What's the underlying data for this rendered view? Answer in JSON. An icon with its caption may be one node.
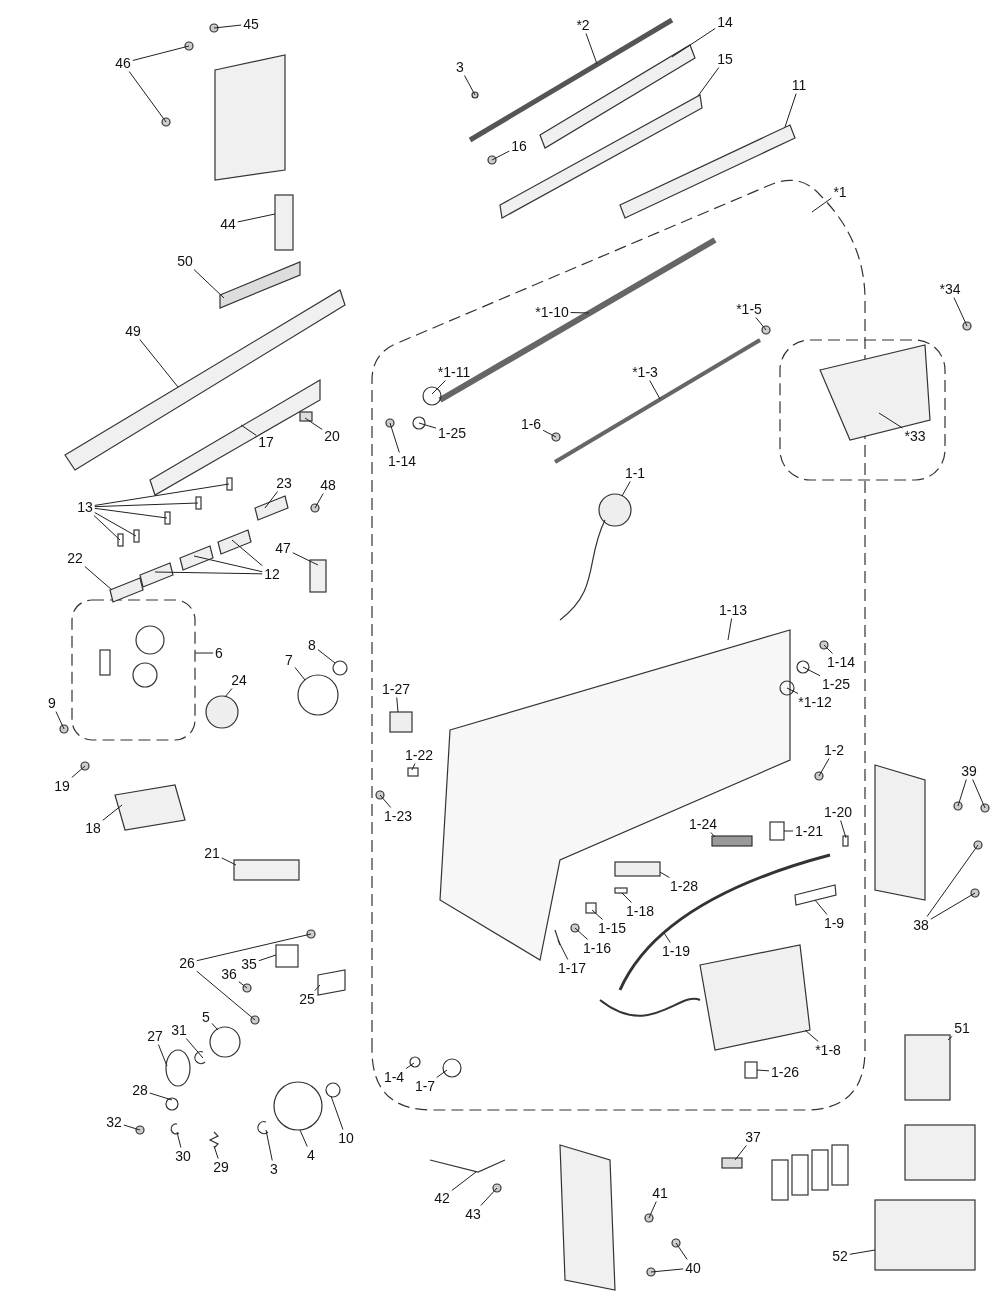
{
  "diagram": {
    "nodes": [
      {
        "text": [
          "45"
        ]
      },
      {
        "text": [
          "46"
        ]
      },
      {
        "text": [
          "*2"
        ]
      },
      {
        "text": [
          "14"
        ]
      },
      {
        "text": [
          "15"
        ]
      },
      {
        "text": [
          "3"
        ]
      },
      {
        "text": [
          "16"
        ]
      },
      {
        "text": [
          "11"
        ]
      },
      {
        "text": [
          "*1"
        ]
      },
      {
        "text": [
          "44"
        ]
      },
      {
        "text": [
          "50"
        ]
      },
      {
        "text": [
          "49"
        ]
      },
      {
        "text": [
          "*1-10"
        ]
      },
      {
        "text": [
          "*1-5"
        ]
      },
      {
        "text": [
          "*34"
        ]
      },
      {
        "text": [
          "*1-11"
        ]
      },
      {
        "text": [
          "*1-3"
        ]
      },
      {
        "text": [
          "1-25"
        ]
      },
      {
        "text": [
          "1-14"
        ]
      },
      {
        "text": [
          "1-6"
        ]
      },
      {
        "text": [
          "17"
        ]
      },
      {
        "text": [
          "20"
        ]
      },
      {
        "text": [
          "*33"
        ]
      },
      {
        "text": [
          "13"
        ]
      },
      {
        "text": [
          "23"
        ]
      },
      {
        "text": [
          "48"
        ]
      },
      {
        "text": [
          "1-1"
        ]
      },
      {
        "text": [
          "22"
        ]
      },
      {
        "text": [
          "12"
        ]
      },
      {
        "text": [
          "47"
        ]
      },
      {
        "text": [
          "1-13"
        ]
      },
      {
        "text": [
          "6"
        ]
      },
      {
        "text": [
          "7"
        ]
      },
      {
        "text": [
          "8"
        ]
      },
      {
        "text": [
          "1-14"
        ]
      },
      {
        "text": [
          "1-25"
        ]
      },
      {
        "text": [
          "*1-12"
        ]
      },
      {
        "text": [
          "24"
        ]
      },
      {
        "text": [
          "1-27"
        ]
      },
      {
        "text": [
          "9"
        ]
      },
      {
        "text": [
          "1-2"
        ]
      },
      {
        "text": [
          "1-22"
        ]
      },
      {
        "text": [
          "19"
        ]
      },
      {
        "text": [
          "39"
        ]
      },
      {
        "text": [
          "1-23"
        ]
      },
      {
        "text": [
          "1-20"
        ]
      },
      {
        "text": [
          "18"
        ]
      },
      {
        "text": [
          "1-24"
        ]
      },
      {
        "text": [
          "1-21"
        ]
      },
      {
        "text": [
          "21"
        ]
      },
      {
        "text": [
          "38"
        ]
      },
      {
        "text": [
          "1-28"
        ]
      },
      {
        "text": [
          "1-18"
        ]
      },
      {
        "text": [
          "1-9"
        ]
      },
      {
        "text": [
          "1-15"
        ]
      },
      {
        "text": [
          "1-16"
        ]
      },
      {
        "text": [
          "1-19"
        ]
      },
      {
        "text": [
          "26"
        ]
      },
      {
        "text": [
          "1-17"
        ]
      },
      {
        "text": [
          "35"
        ]
      },
      {
        "text": [
          "36"
        ]
      },
      {
        "text": [
          "25"
        ]
      },
      {
        "text": [
          "5"
        ]
      },
      {
        "text": [
          "31"
        ]
      },
      {
        "text": [
          "27"
        ]
      },
      {
        "text": [
          "*1-8"
        ]
      },
      {
        "text": [
          "51"
        ]
      },
      {
        "text": [
          "1-26"
        ]
      },
      {
        "text": [
          "1-4"
        ]
      },
      {
        "text": [
          "1-7"
        ]
      },
      {
        "text": [
          "28"
        ]
      },
      {
        "text": [
          "10"
        ]
      },
      {
        "text": [
          "32"
        ]
      },
      {
        "text": [
          "37"
        ]
      },
      {
        "text": [
          "30"
        ]
      },
      {
        "text": [
          "4"
        ]
      },
      {
        "text": [
          "29"
        ]
      },
      {
        "text": [
          "3"
        ]
      },
      {
        "text": [
          "41"
        ]
      },
      {
        "text": [
          "42"
        ]
      },
      {
        "text": [
          "43"
        ]
      },
      {
        "text": [
          "52"
        ]
      },
      {
        "text": [
          "40"
        ]
      }
    ],
    "edges": [
      {
        "from": 0,
        "to": null,
        "arrow": "none"
      },
      {
        "from": 1,
        "to": null,
        "arrow": "none"
      },
      {
        "from": 1,
        "to": null,
        "arrow": "none"
      },
      {
        "from": 2,
        "to": null,
        "arrow": "none"
      },
      {
        "from": 3,
        "to": null,
        "arrow": "none"
      },
      {
        "from": 4,
        "to": null,
        "arrow": "none"
      },
      {
        "from": 5,
        "to": null,
        "arrow": "none"
      },
      {
        "from": 6,
        "to": null,
        "arrow": "none"
      },
      {
        "from": 7,
        "to": null,
        "arrow": "none"
      },
      {
        "from": 8,
        "to": null,
        "arrow": "none"
      },
      {
        "from": 9,
        "to": null,
        "arrow": "none"
      },
      {
        "from": 10,
        "to": null,
        "arrow": "none"
      },
      {
        "from": 11,
        "to": null,
        "arrow": "none"
      },
      {
        "from": 12,
        "to": null,
        "arrow": "none"
      },
      {
        "from": 13,
        "to": null,
        "arrow": "none"
      },
      {
        "from": 14,
        "to": null,
        "arrow": "none"
      },
      {
        "from": 15,
        "to": null,
        "arrow": "none"
      },
      {
        "from": 16,
        "to": null,
        "arrow": "none"
      },
      {
        "from": 17,
        "to": null,
        "arrow": "none"
      },
      {
        "from": 18,
        "to": null,
        "arrow": "none"
      },
      {
        "from": 19,
        "to": null,
        "arrow": "none"
      },
      {
        "from": 20,
        "to": null,
        "arrow": "none"
      },
      {
        "from": 21,
        "to": null,
        "arrow": "none"
      },
      {
        "from": 22,
        "to": null,
        "arrow": "none"
      },
      {
        "from": 23,
        "to": null,
        "arrow": "none"
      },
      {
        "from": 23,
        "to": null,
        "arrow": "none"
      },
      {
        "from": 23,
        "to": null,
        "arrow": "none"
      },
      {
        "from": 23,
        "to": null,
        "arrow": "none"
      },
      {
        "from": 23,
        "to": null,
        "arrow": "none"
      },
      {
        "from": 24,
        "to": null,
        "arrow": "none"
      },
      {
        "from": 25,
        "to": null,
        "arrow": "none"
      },
      {
        "from": 26,
        "to": null,
        "arrow": "none"
      },
      {
        "from": 27,
        "to": null,
        "arrow": "none"
      },
      {
        "from": 28,
        "to": null,
        "arrow": "none"
      },
      {
        "from": 28,
        "to": null,
        "arrow": "none"
      },
      {
        "from": 28,
        "to": null,
        "arrow": "none"
      },
      {
        "from": 29,
        "to": null,
        "arrow": "none"
      },
      {
        "from": 30,
        "to": null,
        "arrow": "none"
      },
      {
        "from": 31,
        "to": null,
        "arrow": "none"
      },
      {
        "from": 32,
        "to": null,
        "arrow": "none"
      },
      {
        "from": 33,
        "to": null,
        "arrow": "none"
      },
      {
        "from": 34,
        "to": null,
        "arrow": "none"
      },
      {
        "from": 35,
        "to": null,
        "arrow": "none"
      },
      {
        "from": 36,
        "to": null,
        "arrow": "none"
      },
      {
        "from": 37,
        "to": null,
        "arrow": "none"
      },
      {
        "from": 38,
        "to": null,
        "arrow": "none"
      },
      {
        "from": 39,
        "to": null,
        "arrow": "none"
      },
      {
        "from": 40,
        "to": null,
        "arrow": "none"
      },
      {
        "from": 41,
        "to": null,
        "arrow": "none"
      },
      {
        "from": 42,
        "to": null,
        "arrow": "none"
      },
      {
        "from": 43,
        "to": null,
        "arrow": "none"
      },
      {
        "from": 43,
        "to": null,
        "arrow": "none"
      },
      {
        "from": 44,
        "to": null,
        "arrow": "none"
      },
      {
        "from": 45,
        "to": null,
        "arrow": "none"
      },
      {
        "from": 46,
        "to": null,
        "arrow": "none"
      },
      {
        "from": 47,
        "to": null,
        "arrow": "none"
      },
      {
        "from": 48,
        "to": null,
        "arrow": "none"
      },
      {
        "from": 49,
        "to": null,
        "arrow": "none"
      },
      {
        "from": 50,
        "to": null,
        "arrow": "none"
      },
      {
        "from": 50,
        "to": null,
        "arrow": "none"
      },
      {
        "from": 51,
        "to": null,
        "arrow": "none"
      },
      {
        "from": 52,
        "to": null,
        "arrow": "none"
      },
      {
        "from": 53,
        "to": null,
        "arrow": "none"
      },
      {
        "from": 54,
        "to": null,
        "arrow": "none"
      },
      {
        "from": 55,
        "to": null,
        "arrow": "none"
      },
      {
        "from": 56,
        "to": null,
        "arrow": "none"
      },
      {
        "from": 57,
        "to": null,
        "arrow": "none"
      },
      {
        "from": 57,
        "to": null,
        "arrow": "none"
      },
      {
        "from": 58,
        "to": null,
        "arrow": "none"
      },
      {
        "from": 59,
        "to": null,
        "arrow": "none"
      },
      {
        "from": 60,
        "to": null,
        "arrow": "none"
      },
      {
        "from": 61,
        "to": null,
        "arrow": "none"
      },
      {
        "from": 62,
        "to": null,
        "arrow": "none"
      },
      {
        "from": 63,
        "to": null,
        "arrow": "none"
      },
      {
        "from": 64,
        "to": null,
        "arrow": "none"
      },
      {
        "from": 65,
        "to": null,
        "arrow": "none"
      },
      {
        "from": 66,
        "to": null,
        "arrow": "none"
      },
      {
        "from": 67,
        "to": null,
        "arrow": "none"
      },
      {
        "from": 68,
        "to": null,
        "arrow": "none"
      },
      {
        "from": 69,
        "to": null,
        "arrow": "none"
      },
      {
        "from": 70,
        "to": null,
        "arrow": "none"
      },
      {
        "from": 71,
        "to": null,
        "arrow": "none"
      },
      {
        "from": 72,
        "to": null,
        "arrow": "none"
      },
      {
        "from": 73,
        "to": null,
        "arrow": "none"
      },
      {
        "from": 74,
        "to": null,
        "arrow": "none"
      },
      {
        "from": 75,
        "to": null,
        "arrow": "none"
      },
      {
        "from": 76,
        "to": null,
        "arrow": "none"
      },
      {
        "from": 77,
        "to": null,
        "arrow": "none"
      },
      {
        "from": 78,
        "to": null,
        "arrow": "none"
      },
      {
        "from": 79,
        "to": null,
        "arrow": "none"
      },
      {
        "from": 80,
        "to": null,
        "arrow": "none"
      },
      {
        "from": 81,
        "to": null,
        "arrow": "none"
      },
      {
        "from": 82,
        "to": null,
        "arrow": "none"
      },
      {
        "from": 82,
        "to": null,
        "arrow": "none"
      }
    ]
  }
}
